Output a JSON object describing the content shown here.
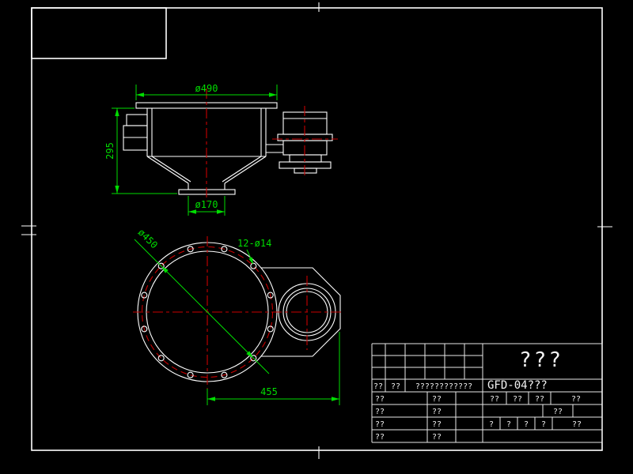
{
  "canvas": {
    "background": "#000000",
    "frame_color": "#ffffff"
  },
  "colors": {
    "outline": "#ffffff",
    "dimension": "#00dd00",
    "centerline": "#c80000"
  },
  "dimensions": {
    "front_top": "ø490",
    "front_height": "295",
    "front_outlet": "ø170",
    "plan_bolt_circle": "ø450",
    "plan_holes": "12-ø14",
    "plan_width": "455"
  },
  "title_block": {
    "product_name": "???",
    "drawing_number": "GFD-04???",
    "rev_row": [
      "??",
      "??",
      "????????????"
    ],
    "left_rows": [
      [
        "??",
        "??"
      ],
      [
        "??",
        "??"
      ],
      [
        "??",
        "??"
      ],
      [
        "??",
        "??"
      ]
    ],
    "header_cells": [
      "??",
      "??",
      "??",
      "??"
    ],
    "stage_value": "??",
    "sheet_cells": [
      "?",
      "?",
      "?",
      "?",
      "??"
    ]
  }
}
